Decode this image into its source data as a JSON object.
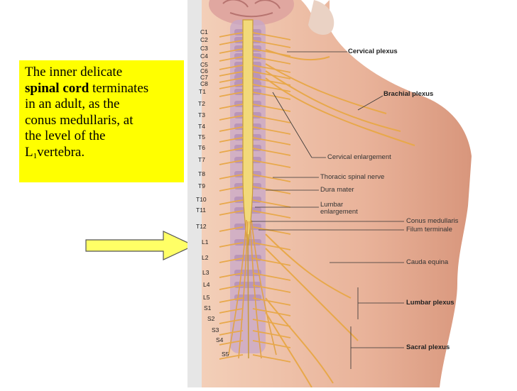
{
  "callout": {
    "line1": "The inner delicate",
    "bold": "spinal cord",
    "after_bold": " terminates",
    "line3": "in an adult, as the",
    "line4": "conus medullaris, at",
    "line5": "the level of the",
    "vert_letter": "L",
    "vert_sub": "1",
    "vert_rest": "vertebra."
  },
  "levels": [
    "C1",
    "C2",
    "C3",
    "C4",
    "C5",
    "C6",
    "C7",
    "C8",
    "T1",
    "T2",
    "T3",
    "T4",
    "T5",
    "T6",
    "T7",
    "T8",
    "T9",
    "T10",
    "T11",
    "T12",
    "L1",
    "L2",
    "L3",
    "L4",
    "L5",
    "S1",
    "S2",
    "S3",
    "S4",
    "S5"
  ],
  "labels": {
    "cervical_plexus": "Cervical plexus",
    "brachial_plexus": "Brachial plexus",
    "cervical_enlargement": "Cervical enlargement",
    "thoracic_spinal_nerve": "Thoracic spinal nerve",
    "dura_mater": "Dura mater",
    "lumbar_1": "Lumbar",
    "lumbar_2": "enlargement",
    "conus_medullaris": "Conus medullaris",
    "filum_terminale": "Filum terminale",
    "cauda_equina": "Cauda equina",
    "lumbar_plexus": "Lumbar plexus",
    "sacral_plexus": "Sacral plexus"
  },
  "colors": {
    "callout_bg": "#ffff00",
    "arrow_fill": "#ffff66",
    "skin": "#ecb9a0",
    "nerve": "#e8a84a",
    "cord": "#8a6a9a"
  }
}
